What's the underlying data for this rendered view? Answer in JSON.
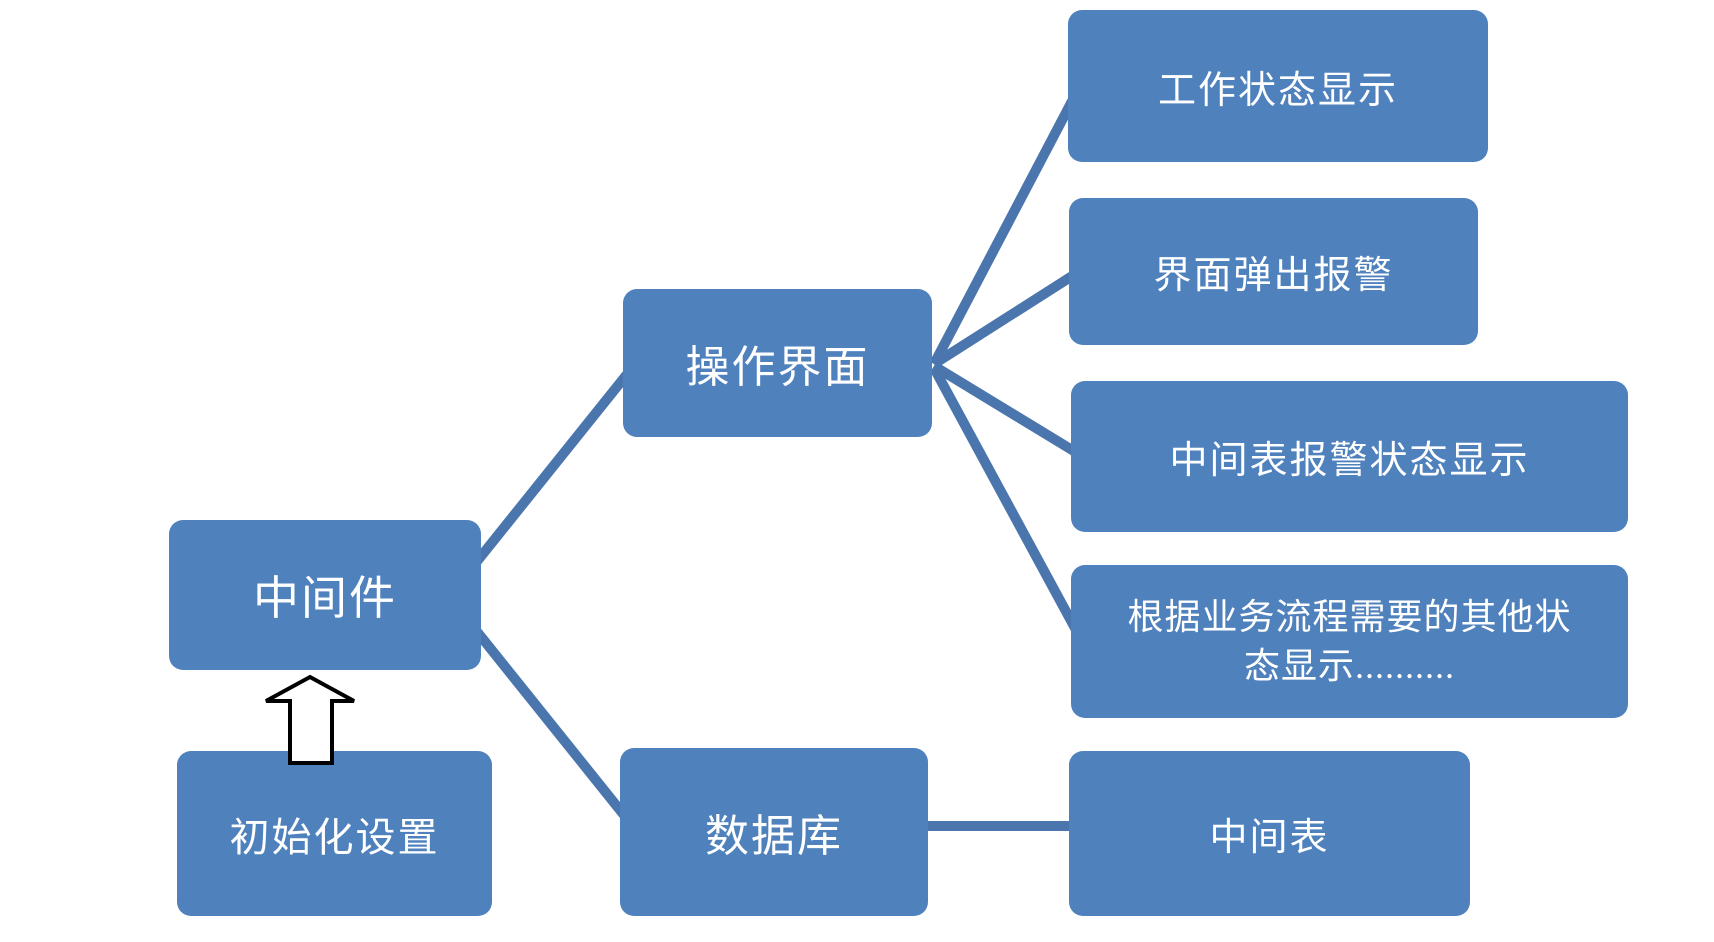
{
  "diagram": {
    "title": "middleware-architecture-diagram",
    "nodes": {
      "middleware": {
        "label": "中间件"
      },
      "init_settings": {
        "label": "初始化设置"
      },
      "operation_ui": {
        "label": "操作界面"
      },
      "database": {
        "label": "数据库"
      },
      "work_status": {
        "label": "工作状态显示"
      },
      "popup_alarm": {
        "label": "界面弹出报警"
      },
      "mid_table_alarm": {
        "label": "中间表报警状态显示"
      },
      "other_status": {
        "label": "根据业务流程需要的其他状态显示.........."
      },
      "mid_table": {
        "label": "中间表"
      }
    },
    "edges": [
      {
        "from": "middleware",
        "to": "operation_ui",
        "type": "line"
      },
      {
        "from": "middleware",
        "to": "database",
        "type": "line"
      },
      {
        "from": "operation_ui",
        "to": "work_status",
        "type": "line"
      },
      {
        "from": "operation_ui",
        "to": "popup_alarm",
        "type": "line"
      },
      {
        "from": "operation_ui",
        "to": "mid_table_alarm",
        "type": "line"
      },
      {
        "from": "operation_ui",
        "to": "other_status",
        "type": "line"
      },
      {
        "from": "database",
        "to": "mid_table",
        "type": "line"
      },
      {
        "from": "init_settings",
        "to": "middleware",
        "type": "block-arrow-up"
      }
    ],
    "colors": {
      "node_fill": "#4f81bd",
      "connector": "#4a76ad",
      "node_text": "#ffffff",
      "arrow_fill": "#ffffff",
      "arrow_outline": "#000000",
      "background": "#ffffff"
    }
  }
}
